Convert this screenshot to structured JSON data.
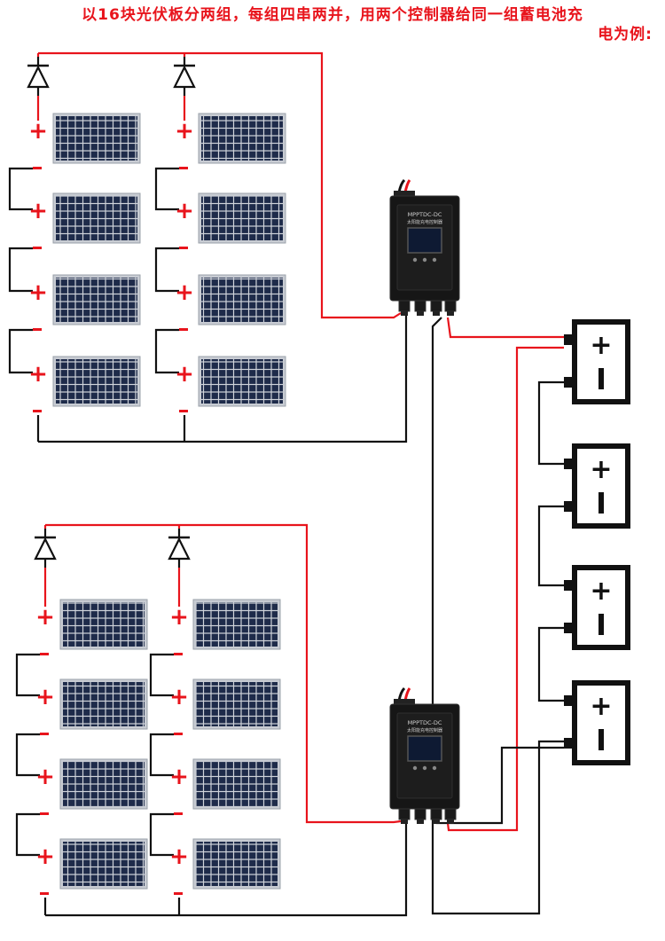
{
  "caption": {
    "line1": "以16块光伏板分两组，每组四串两并，用两个控制器给同一组蓄电池充",
    "line2": "电为例:"
  },
  "controller": {
    "model_label": "MPPTDC-DC",
    "sub_label": "太阳能充电控制器"
  },
  "symbols": {
    "positive": "+",
    "negative": "-"
  },
  "colors": {
    "positive_wire": "#e8141c",
    "negative_wire": "#111111",
    "panel_cell": "#1e2b4a",
    "controller_body": "#161616"
  }
}
